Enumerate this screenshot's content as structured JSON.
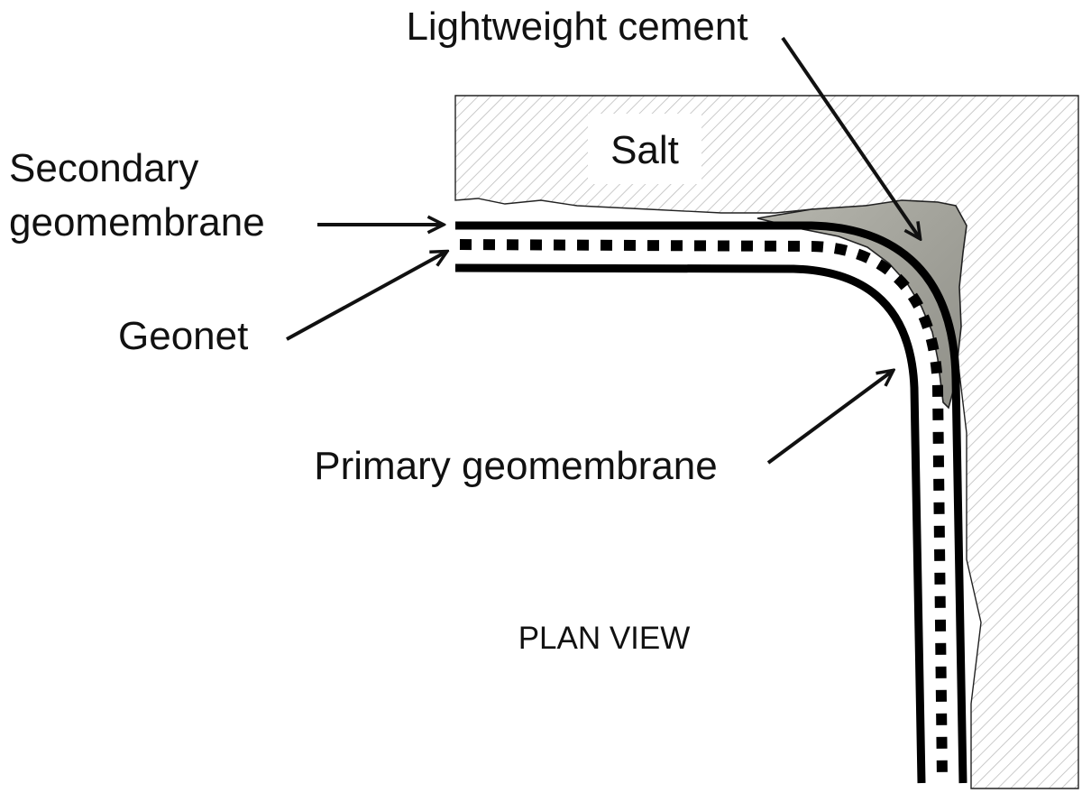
{
  "labels": {
    "salt": "Salt",
    "lightweight_cement": "Lightweight cement",
    "secondary_line1": "Secondary",
    "secondary_line2": "geomembrane",
    "geonet": "Geonet",
    "primary": "Primary geomembrane",
    "view": "PLAN VIEW"
  },
  "colors": {
    "salt_hatch": "#bdbdbd",
    "cement_fill": "#a8a8a0",
    "membrane": "#000000",
    "arrow": "#111111"
  }
}
